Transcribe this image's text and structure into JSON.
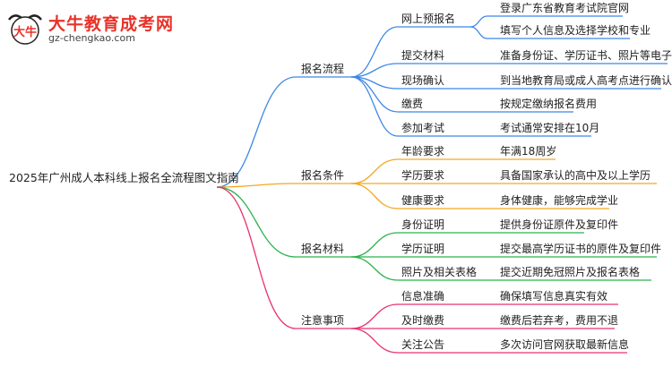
{
  "logo": {
    "title": "大牛教育成考网",
    "url": "gz-chengkao.com",
    "mark_text": "大牛",
    "colors": {
      "brand_red": "#e8322a",
      "dark": "#222222"
    }
  },
  "mindmap": {
    "root": "2025年广州成人本科线上报名全流程图文指南",
    "branches": [
      {
        "label": "报名流程",
        "color": "#3f87e6",
        "children": [
          {
            "label": "网上预报名",
            "details": [
              "登录广东省教育考试院官网",
              "填写个人信息及选择学校和专业"
            ]
          },
          {
            "label": "提交材料",
            "details": [
              "准备身份证、学历证书、照片等电子版"
            ]
          },
          {
            "label": "现场确认",
            "details": [
              "到当地教育局或成人高考点进行确认"
            ]
          },
          {
            "label": "缴费",
            "details": [
              "按规定缴纳报名费用"
            ]
          },
          {
            "label": "参加考试",
            "details": [
              "考试通常安排在10月"
            ]
          }
        ]
      },
      {
        "label": "报名条件",
        "color": "#f5a623",
        "children": [
          {
            "label": "年龄要求",
            "details": [
              "年满18周岁"
            ]
          },
          {
            "label": "学历要求",
            "details": [
              "具备国家承认的高中及以上学历"
            ]
          },
          {
            "label": "健康要求",
            "details": [
              "身体健康，能够完成学业"
            ]
          }
        ]
      },
      {
        "label": "报名材料",
        "color": "#2bb24c",
        "children": [
          {
            "label": "身份证明",
            "details": [
              "提供身份证原件及复印件"
            ]
          },
          {
            "label": "学历证明",
            "details": [
              "提交最高学历证书的原件及复印件"
            ]
          },
          {
            "label": "照片及相关表格",
            "details": [
              "提交近期免冠照片及报名表格"
            ]
          }
        ]
      },
      {
        "label": "注意事项",
        "color": "#e8336e",
        "children": [
          {
            "label": "信息准确",
            "details": [
              "确保填写信息真实有效"
            ]
          },
          {
            "label": "及时缴费",
            "details": [
              "缴费后若弃考，费用不退"
            ]
          },
          {
            "label": "关注公告",
            "details": [
              "多次访问官网获取最新信息"
            ]
          }
        ]
      }
    ]
  }
}
